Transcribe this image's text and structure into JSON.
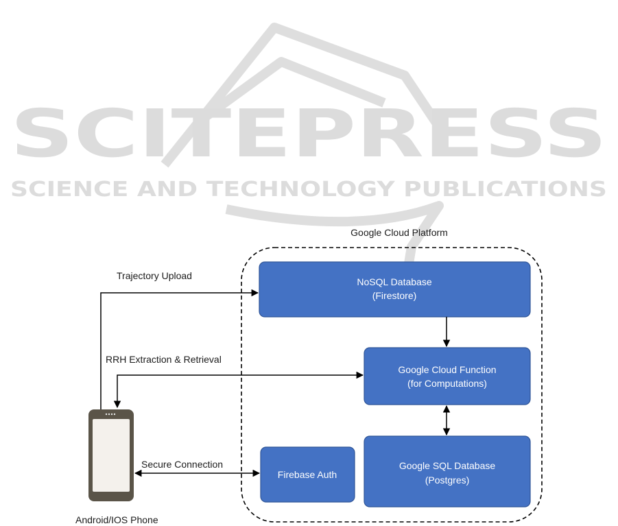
{
  "watermark": {
    "title": "SCITEPRESS",
    "subtitle": "SCIENCE AND TECHNOLOGY PUBLICATIONS"
  },
  "cloud": {
    "title": "Google Cloud Platform"
  },
  "boxes": {
    "nosql": {
      "line1": "NoSQL Database",
      "line2": "(Firestore)"
    },
    "function": {
      "line1": "Google Cloud Function",
      "line2": "(for Computations)"
    },
    "sql": {
      "line1": "Google SQL Database",
      "line2": "(Postgres)"
    },
    "auth": {
      "line1": "Firebase Auth"
    }
  },
  "arrows": {
    "upload": "Trajectory Upload",
    "retrieval": "RRH Extraction & Retrieval",
    "secure": "Secure Connection"
  },
  "phone": {
    "label": "Android/IOS Phone"
  },
  "colors": {
    "box_fill": "#4472c4",
    "box_stroke": "#2f5597",
    "phone_body": "#5a5448",
    "phone_screen": "#f4f1ec",
    "watermark": "#dcdcdc"
  }
}
